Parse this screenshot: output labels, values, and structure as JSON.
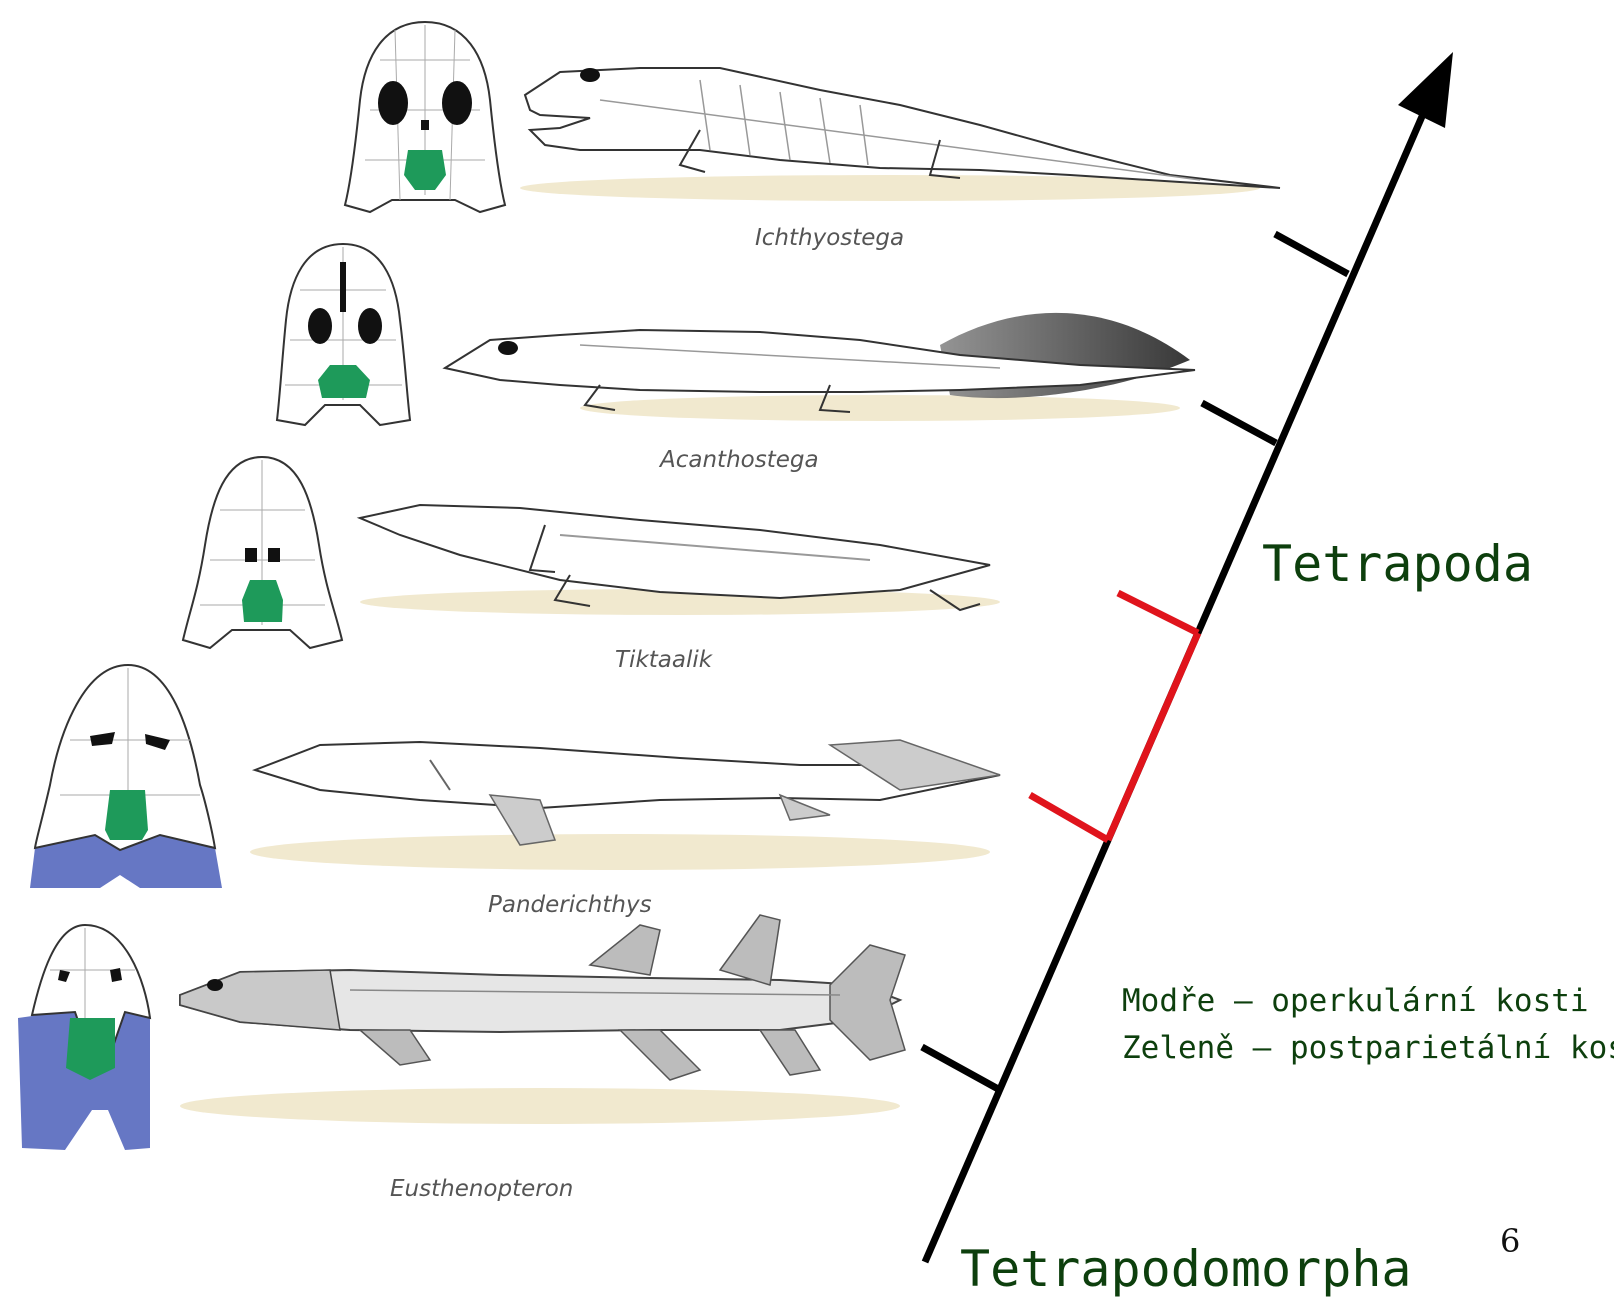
{
  "taxa": [
    {
      "name": "Ichthyostega"
    },
    {
      "name": "Acanthostega"
    },
    {
      "name": "Tiktaalik"
    },
    {
      "name": "Panderichthys"
    },
    {
      "name": "Eusthenopteron"
    }
  ],
  "clades": {
    "tetrapoda": "Tetrapoda",
    "tetrapodomorpha": "Tetrapodomorpha"
  },
  "legend": {
    "blue": "Modře – operkulární kosti",
    "green": "Zeleně – postparietální kosti"
  },
  "page_number": "6",
  "colors": {
    "opercular_blue": "#6677c4",
    "postparietal_green": "#1e9a5a",
    "highlight_red": "#e0141c",
    "axis_black": "#000000",
    "label_green": "#0d3f0d",
    "ground_sand": "#f1e9cf"
  }
}
